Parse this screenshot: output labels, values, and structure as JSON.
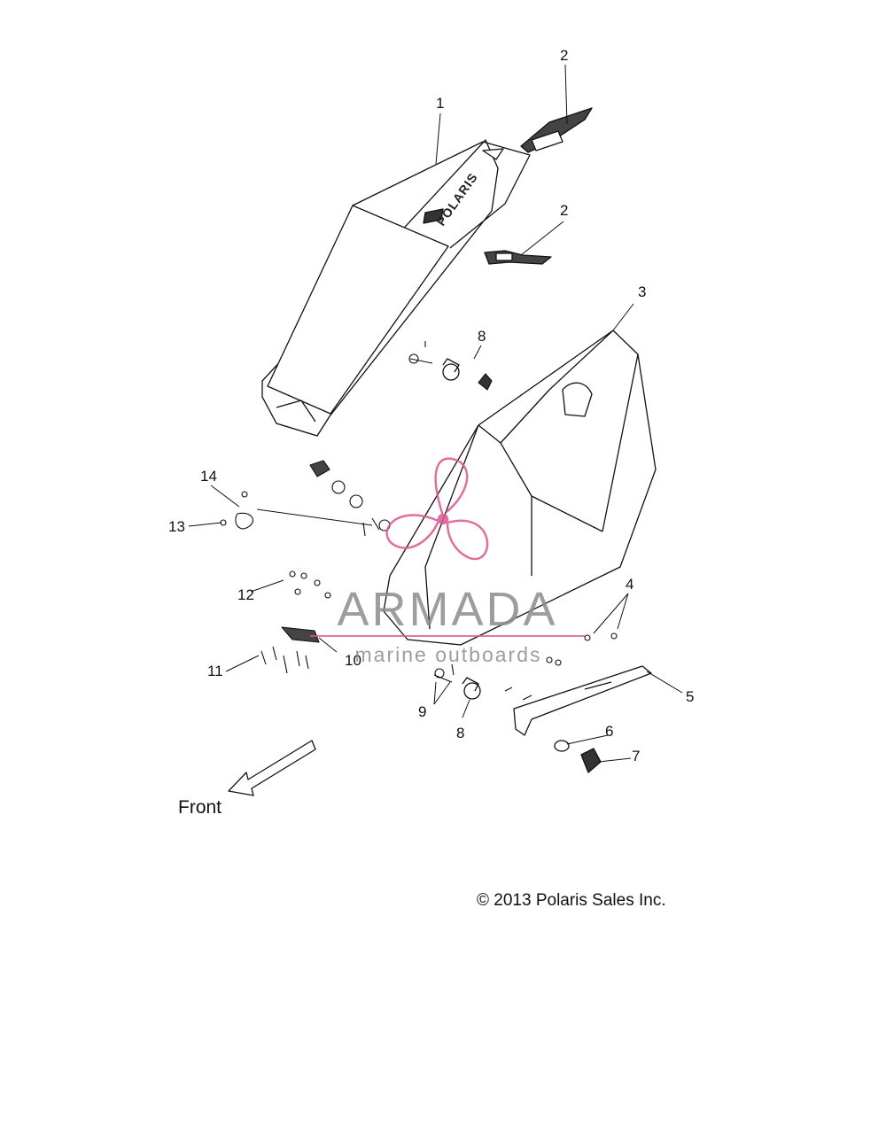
{
  "callouts": [
    {
      "id": "1",
      "text": "1"
    },
    {
      "id": "2a",
      "text": "2"
    },
    {
      "id": "2b",
      "text": "2"
    },
    {
      "id": "3",
      "text": "3"
    },
    {
      "id": "4",
      "text": "4"
    },
    {
      "id": "5",
      "text": "5"
    },
    {
      "id": "6",
      "text": "6"
    },
    {
      "id": "7",
      "text": "7"
    },
    {
      "id": "8a",
      "text": "8"
    },
    {
      "id": "8b",
      "text": "8"
    },
    {
      "id": "9",
      "text": "9"
    },
    {
      "id": "10",
      "text": "10"
    },
    {
      "id": "11",
      "text": "11"
    },
    {
      "id": "12",
      "text": "12"
    },
    {
      "id": "13",
      "text": "13"
    },
    {
      "id": "14",
      "text": "14"
    }
  ],
  "seat_logo": "POLARIS",
  "direction_label": "Front",
  "copyright": "© 2013 Polaris Sales Inc.",
  "watermark": {
    "brand": "ARMADA",
    "tagline": "marine outboards",
    "color": "#d9578f"
  }
}
